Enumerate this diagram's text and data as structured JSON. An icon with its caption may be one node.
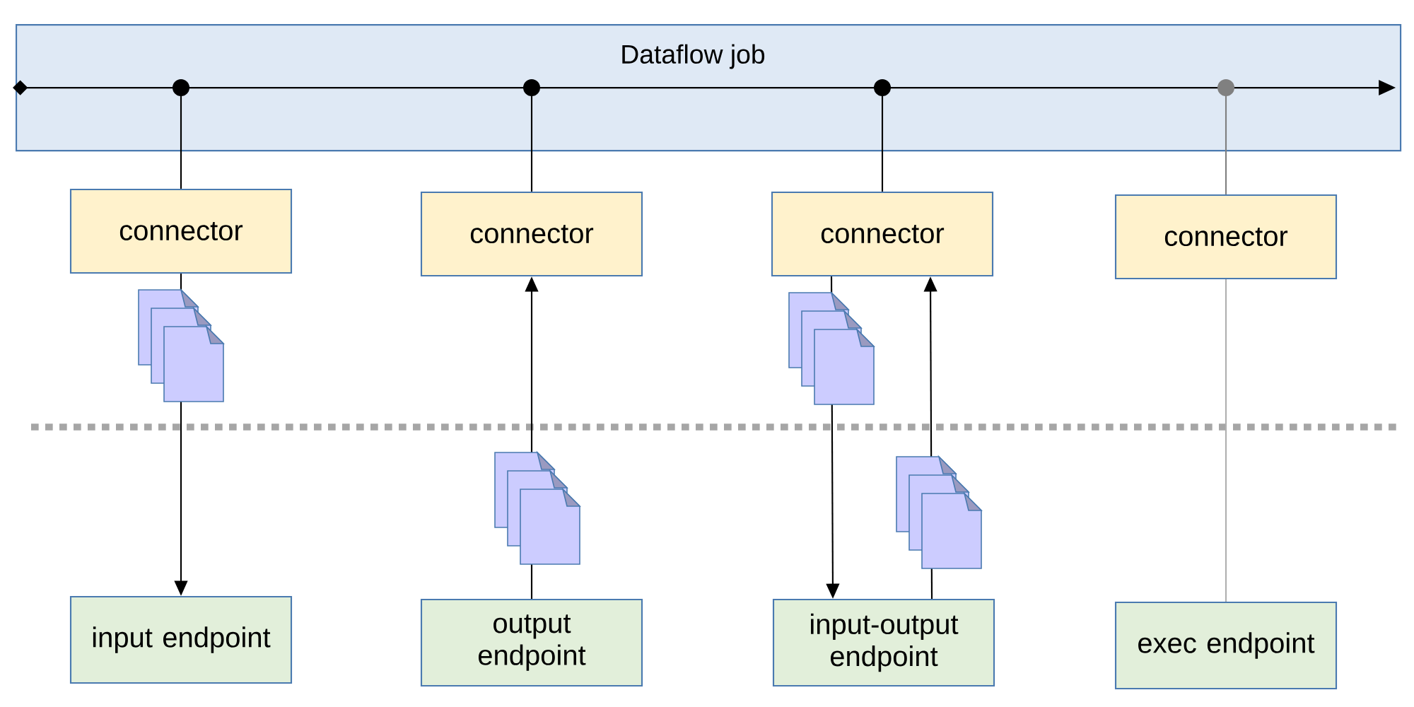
{
  "diagram": {
    "nodes": [
      {
        "text": [
          "Dataflow job"
        ]
      },
      {
        "text": [
          "connector"
        ]
      },
      {
        "text": [
          "connector"
        ]
      },
      {
        "text": [
          "connector"
        ]
      },
      {
        "text": [
          "connector"
        ]
      },
      {
        "text": [
          "input endpoint"
        ]
      },
      {
        "text": [
          "output endpoint"
        ]
      },
      {
        "text": [
          "input-output endpoint"
        ]
      },
      {
        "text": [
          "exec endpoint"
        ]
      }
    ],
    "edges": [
      {
        "from": 0,
        "to": 1,
        "arrow": "other"
      },
      {
        "from": 0,
        "to": 2,
        "arrow": "other"
      },
      {
        "from": 0,
        "to": 3,
        "arrow": "other"
      },
      {
        "from": 0,
        "to": 4,
        "arrow": "other",
        "color": "#808080"
      },
      {
        "from": 1,
        "to": 5,
        "arrow": "to"
      },
      {
        "from": 6,
        "to": 2,
        "arrow": "to"
      },
      {
        "from": 3,
        "to": 7,
        "arrow": "to"
      },
      {
        "from": 7,
        "to": 3,
        "arrow": "to"
      },
      {
        "from": 4,
        "to": 8,
        "arrow": "none",
        "color": "#b0b0b0"
      }
    ]
  }
}
